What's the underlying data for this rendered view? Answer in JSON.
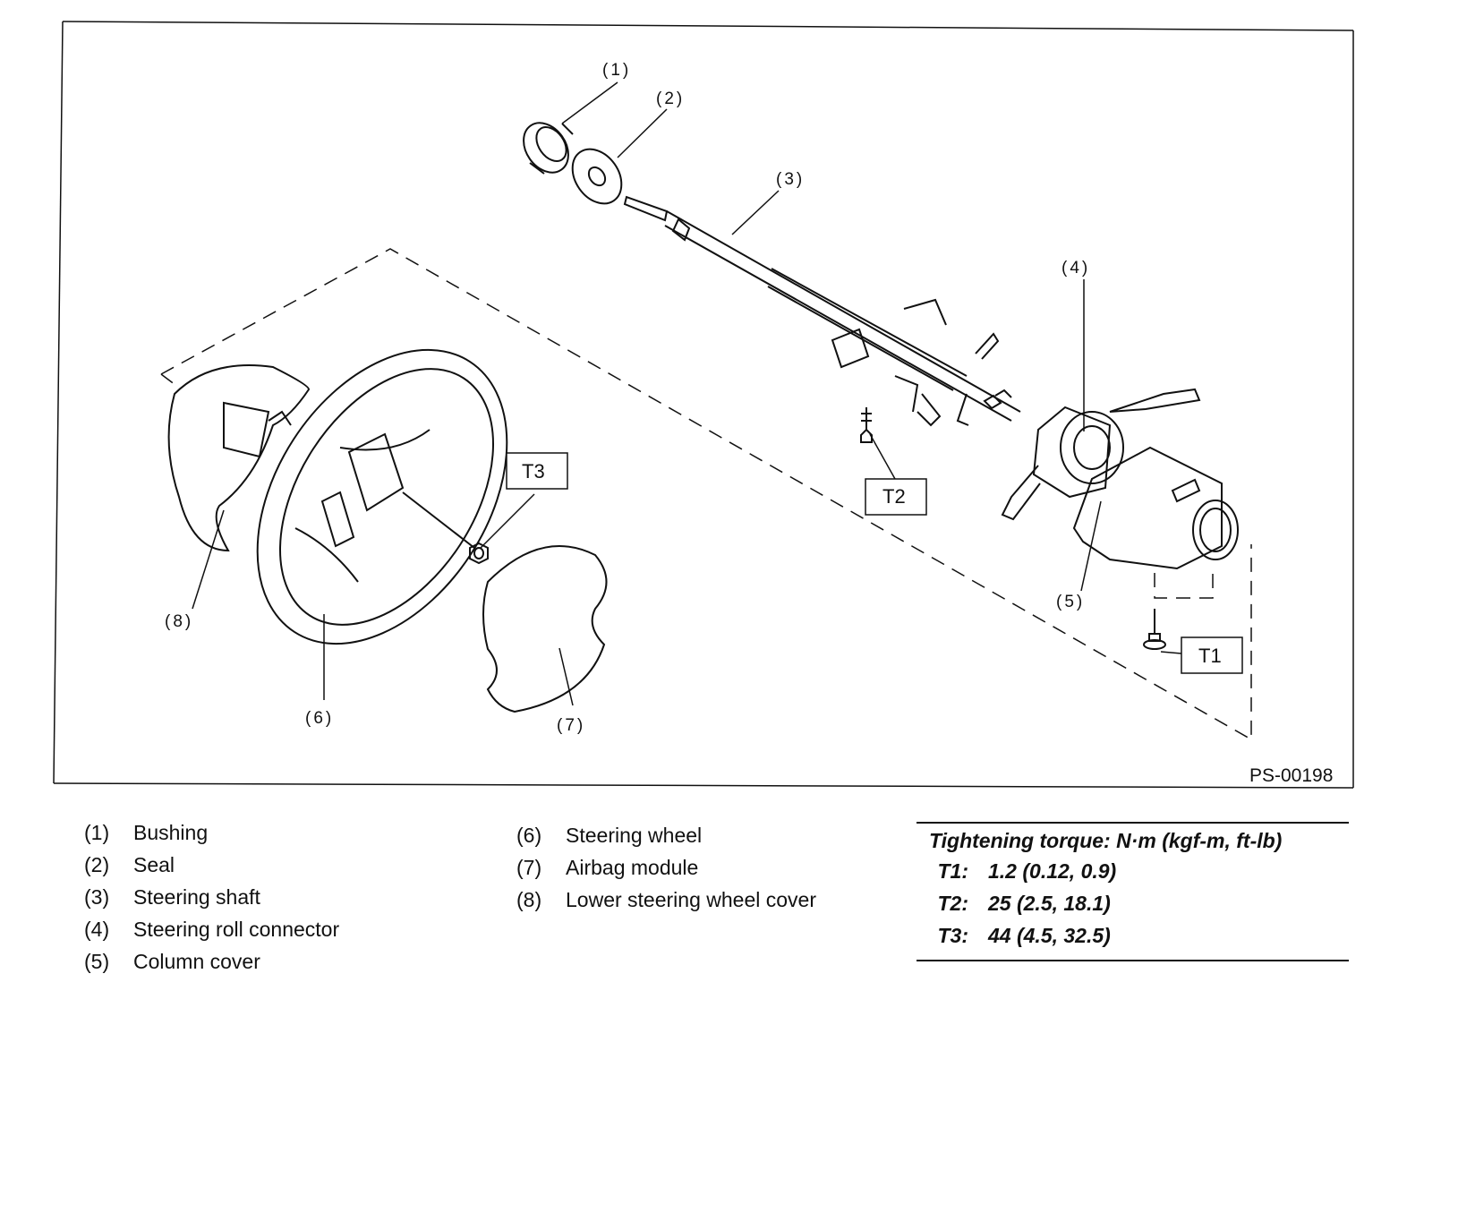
{
  "figure": {
    "id": "PS-00198",
    "callouts": [
      "(1)",
      "(2)",
      "(3)",
      "(4)",
      "(5)",
      "(6)",
      "(7)",
      "(8)"
    ],
    "torque_labels": [
      "T1",
      "T2",
      "T3"
    ]
  },
  "legend": {
    "left": [
      {
        "num": "(1)",
        "label": "Bushing"
      },
      {
        "num": "(2)",
        "label": "Seal"
      },
      {
        "num": "(3)",
        "label": "Steering shaft"
      },
      {
        "num": "(4)",
        "label": "Steering roll connector"
      },
      {
        "num": "(5)",
        "label": "Column cover"
      }
    ],
    "right": [
      {
        "num": "(6)",
        "label": "Steering wheel"
      },
      {
        "num": "(7)",
        "label": "Airbag module"
      },
      {
        "num": "(8)",
        "label": "Lower steering wheel cover"
      }
    ]
  },
  "torque": {
    "title": "Tightening torque: N·m (kgf-m, ft-lb)",
    "rows": [
      {
        "code": "T1:",
        "value": "1.2 (0.12, 0.9)"
      },
      {
        "code": "T2:",
        "value": "25 (2.5, 18.1)"
      },
      {
        "code": "T3:",
        "value": "44 (4.5, 32.5)"
      }
    ]
  }
}
